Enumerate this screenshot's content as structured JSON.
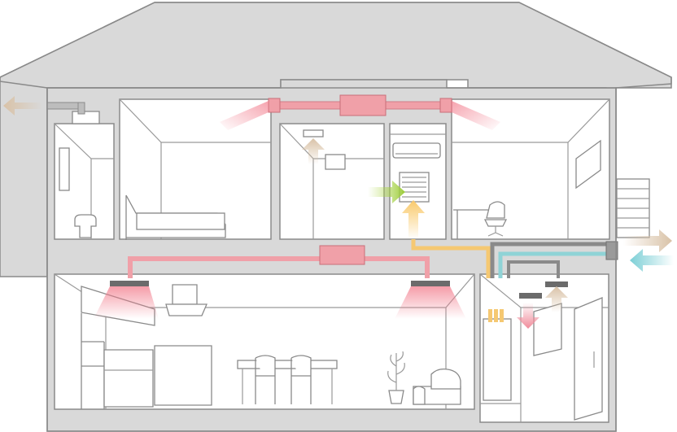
{
  "colors": {
    "house_outline": "#8a8a8a",
    "wall_fill": "#d9d9d9",
    "supply_duct": "#f0a0a8",
    "return_duct": "#f5c872",
    "fresh_air_duct": "#8fd3d6",
    "exhaust_duct": "#9a9a9a",
    "green_arrow": "#9ccc3a",
    "yellow_arrow": "#f9c96a",
    "tan_arrow": "#d9c2a7",
    "blue_arrow": "#7ccfd6",
    "pink_arrow": "#f08b9a"
  },
  "icons": [
    "house-cross-section",
    "ventilation-unit",
    "air-conditioner",
    "ceiling-diffuser",
    "return-grille",
    "bed",
    "desk-chair",
    "dining-table",
    "plant",
    "sofa",
    "range-hood",
    "toilet",
    "window",
    "door",
    "exterior-louver"
  ]
}
